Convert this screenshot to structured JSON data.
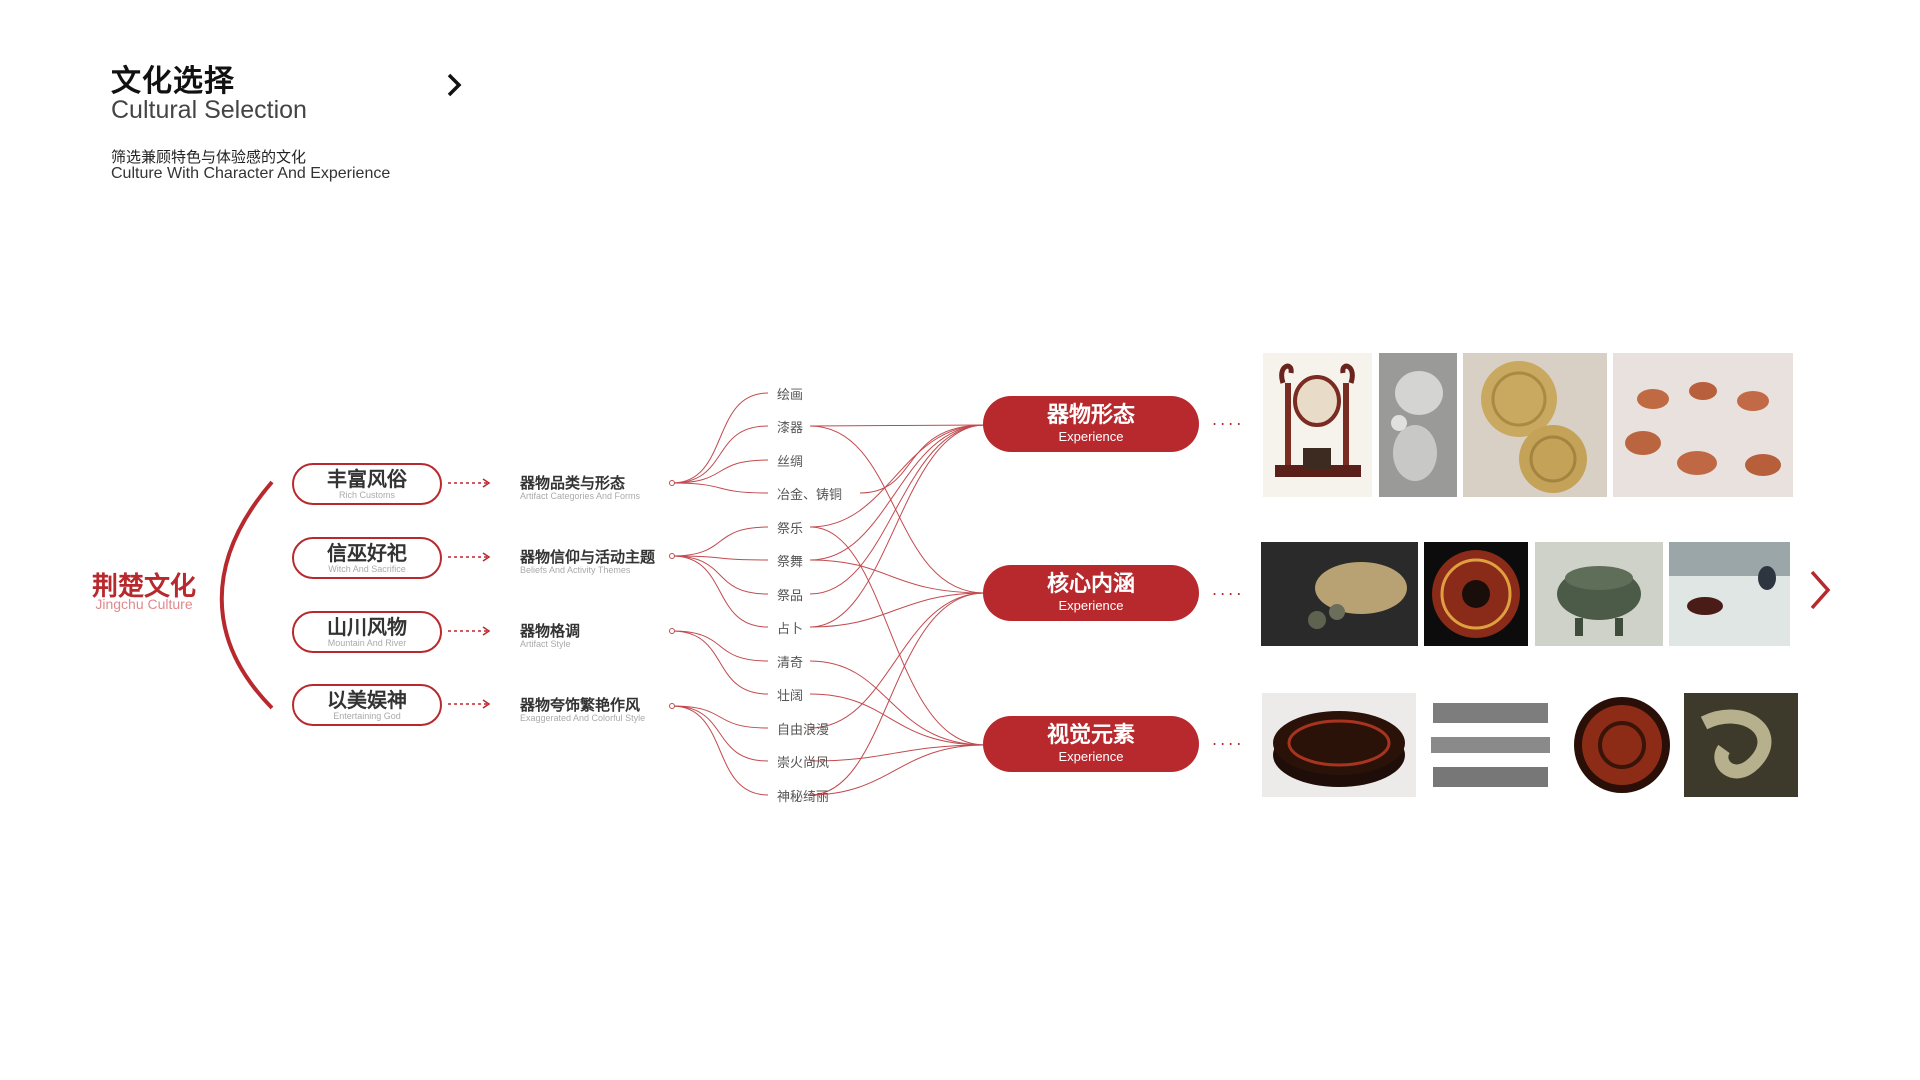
{
  "header": {
    "title_cn": "文化选择",
    "title_en": "Cultural Selection",
    "subtitle_cn": "筛选兼顾特色与体验感的文化",
    "subtitle_en": "Culture With Character And Experience"
  },
  "root": {
    "cn": "荆楚文化",
    "en": "Jingchu Culture"
  },
  "categories": [
    {
      "cn": "丰富风俗",
      "en": "Rich Customs"
    },
    {
      "cn": "信巫好祀",
      "en": "Witch And Sacrifice"
    },
    {
      "cn": "山川风物",
      "en": "Mountain And River"
    },
    {
      "cn": "以美娱神",
      "en": "Entertaining God"
    }
  ],
  "attributes": [
    {
      "cn": "器物品类与形态",
      "en": "Artifact Categories And Forms"
    },
    {
      "cn": "器物信仰与活动主题",
      "en": "Beliefs And Activity Themes"
    },
    {
      "cn": "器物格调",
      "en": "Artifact Style"
    },
    {
      "cn": "器物夸饰繁艳作风",
      "en": "Exaggerated And Colorful Style"
    }
  ],
  "leaves": [
    "绘画",
    "漆器",
    "丝绸",
    "冶金、铸铜",
    "祭乐",
    "祭舞",
    "祭品",
    "占卜",
    "清奇",
    "壮阔",
    "自由浪漫",
    "崇火尚凤",
    "神秘绮丽"
  ],
  "outcomes": [
    {
      "cn": "器物形态",
      "en": "Experience"
    },
    {
      "cn": "核心内涵",
      "en": "Experience"
    },
    {
      "cn": "视觉元素",
      "en": "Experience"
    }
  ],
  "dots": "....",
  "icons": {
    "next_top": "chevron-right-icon",
    "next_side": "chevron-right-icon"
  },
  "colors": {
    "accent": "#b8292e",
    "accent_light": "#e08a8d",
    "text": "#333333"
  }
}
